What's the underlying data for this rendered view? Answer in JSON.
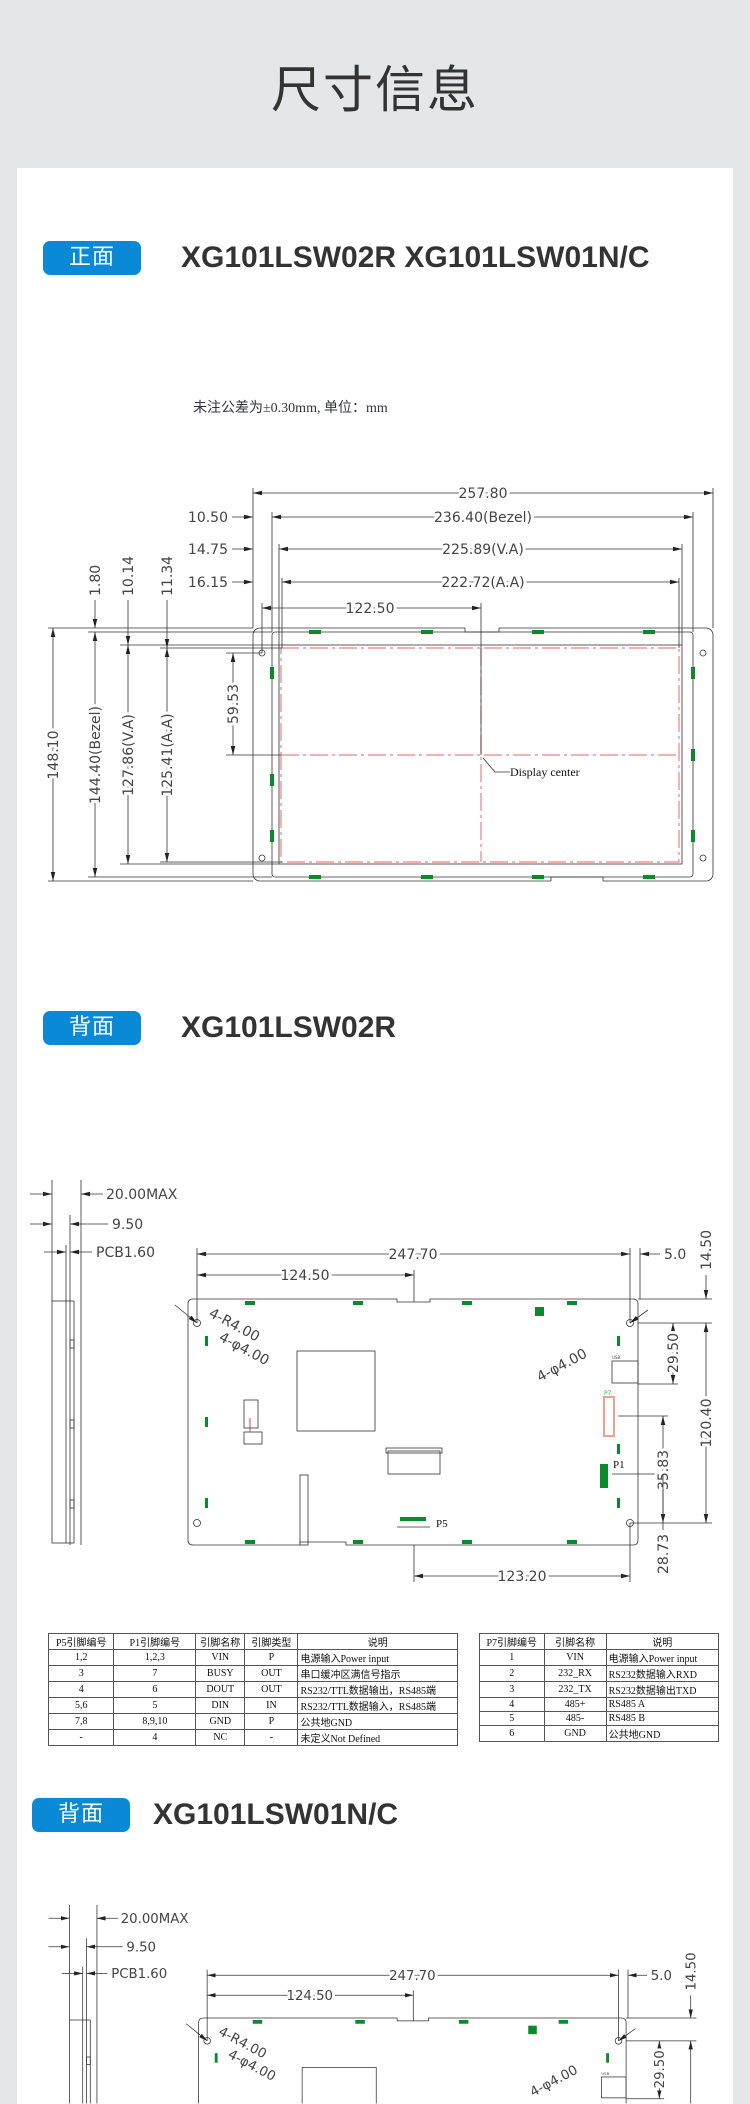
{
  "page_title": "尺寸信息",
  "sections": [
    {
      "badge": "正面",
      "title": "XG101LSW02R XG101LSW01N/C",
      "note": "未注公差为±0.30mm, 单位：mm"
    },
    {
      "badge": "背面",
      "title": "XG101LSW02R"
    },
    {
      "badge": "背面",
      "title": "XG101LSW01N/C"
    }
  ],
  "front": {
    "overall_width": "257.80",
    "bezel_width": "236.40(Bezel)",
    "va_width": "225.89(V.A)",
    "aa_width": "222.72(A.A)",
    "offset_bezel": "10.50",
    "offset_va": "14.75",
    "offset_aa": "16.15",
    "center_x": "122.50",
    "overall_height": "148.10",
    "bezel_height": "144.40(Bezel)",
    "va_height": "127.86(V.A)",
    "aa_height": "125.41(A.A)",
    "offset_top_bezel": "1.80",
    "offset_top_va": "10.14",
    "offset_top_aa": "11.34",
    "center_y": "59.53",
    "display_center": "Display center"
  },
  "back": {
    "max_depth": "20.00MAX",
    "depth": "9.50",
    "pcb": "PCB1.60",
    "hole_span_x": "247.70",
    "center_x": "124.50",
    "edge_x": "5.0",
    "p5_x": "123.20",
    "edge_y": "14.50",
    "hole_span_y": "120.40",
    "usb_y": "29.50",
    "p7_y": "35.83",
    "p1_y": "28.73",
    "corner_radius": "4-R4.00",
    "hole_dia_left": "4-φ4.00",
    "hole_dia_right": "4-φ4.00",
    "p1": "P1",
    "p5": "P5",
    "p7": "P7",
    "usb": "USB"
  },
  "table_left": {
    "headers": [
      "P5引脚编号",
      "P1引脚编号",
      "引脚名称",
      "引脚类型",
      "说明"
    ],
    "rows": [
      [
        "1,2",
        "1,2,3",
        "VIN",
        "P",
        "电源输入Power input"
      ],
      [
        "3",
        "7",
        "BUSY",
        "OUT",
        "串口缓冲区满信号指示"
      ],
      [
        "4",
        "6",
        "DOUT",
        "OUT",
        "RS232/TTL数据输出，RS485端"
      ],
      [
        "5,6",
        "5",
        "DIN",
        "IN",
        "RS232/TTL数据输入，RS485端"
      ],
      [
        "7,8",
        "8,9,10",
        "GND",
        "P",
        "公共地GND"
      ],
      [
        "-",
        "4",
        "NC",
        "-",
        "未定义Not Defined"
      ]
    ]
  },
  "table_right": {
    "headers": [
      "P7引脚编号",
      "引脚名称",
      "说明"
    ],
    "rows": [
      [
        "1",
        "VIN",
        "电源输入Power input"
      ],
      [
        "2",
        "232_RX",
        "RS232数据输入RXD"
      ],
      [
        "3",
        "232_TX",
        "RS232数据输出TXD"
      ],
      [
        "4",
        "485+",
        "RS485 A"
      ],
      [
        "5",
        "485-",
        "RS485 B"
      ],
      [
        "6",
        "GND",
        "公共地GND"
      ]
    ]
  },
  "colors": {
    "badge": "#0a8ad6",
    "background": "#e5e6ea",
    "aa_outline": "#f08080",
    "component": "#0a8a2a"
  }
}
